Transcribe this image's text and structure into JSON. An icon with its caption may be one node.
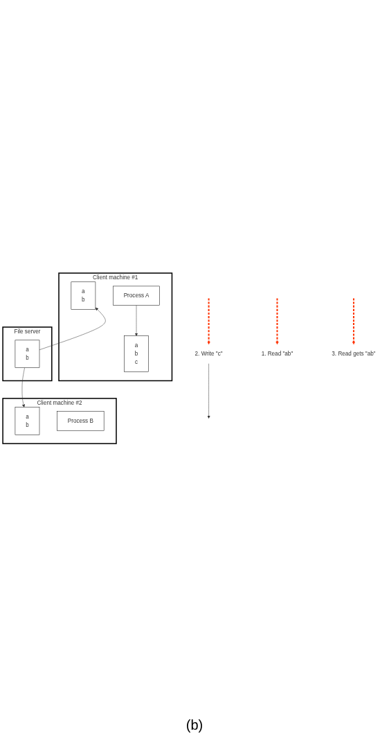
{
  "diagram": {
    "caption": "(b)",
    "nodes": [
      {
        "text": [
          "Client machine #1"
        ]
      },
      {
        "text": [
          "a",
          "b"
        ],
        "in": 0
      },
      {
        "text": [
          "Process A"
        ],
        "in": 0
      },
      {
        "text": [
          "a",
          "b",
          "c"
        ],
        "in": 0
      },
      {
        "text": [
          "2. Write \"c\""
        ]
      },
      {
        "text": [
          "1. Read \"ab\""
        ]
      },
      {
        "text": [
          "File server"
        ]
      },
      {
        "text": [
          "a",
          "b"
        ],
        "in": 6
      },
      {
        "text": [
          "3. Read gets \"ab\""
        ]
      },
      {
        "text": [
          "Client machine #2"
        ]
      },
      {
        "text": [
          "a",
          "b"
        ],
        "in": 9
      },
      {
        "text": [
          "Process B"
        ],
        "in": 9
      }
    ],
    "edges": [
      {
        "from": 2,
        "to": 3,
        "arrow": "to"
      },
      {
        "from": 7,
        "to": 1,
        "arrow": "to"
      },
      {
        "from": 4,
        "to": null,
        "arrow": "to"
      },
      {
        "from": null,
        "to": 4,
        "arrow": "to",
        "style": "dashed",
        "color": "#ff3300"
      },
      {
        "from": null,
        "to": 5,
        "arrow": "to",
        "style": "dashed",
        "color": "#ff3300"
      },
      {
        "from": 7,
        "to": 10,
        "arrow": "to"
      },
      {
        "from": null,
        "to": 8,
        "arrow": "to",
        "style": "dashed",
        "color": "#ff3300"
      }
    ]
  }
}
